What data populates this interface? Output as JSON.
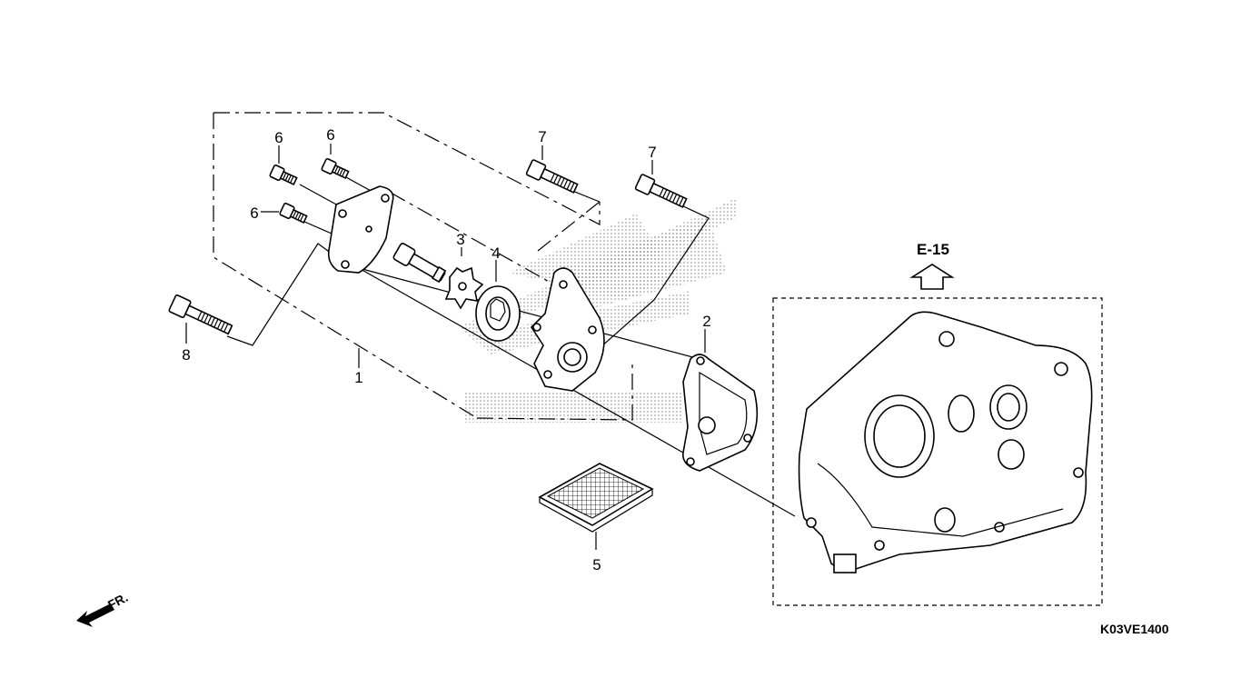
{
  "diagram": {
    "callouts": {
      "oil_pump_assy": "1",
      "gasket": "2",
      "shaft": "3",
      "rotor": "4",
      "strainer": "5",
      "screw_a": "6",
      "screw_b": "6",
      "screw_c": "6",
      "bolt_a": "7",
      "bolt_b": "7",
      "bolt_c": "8"
    },
    "reference": "E-15",
    "front_marker": "FR.",
    "diagram_code": "K03VE1400"
  }
}
